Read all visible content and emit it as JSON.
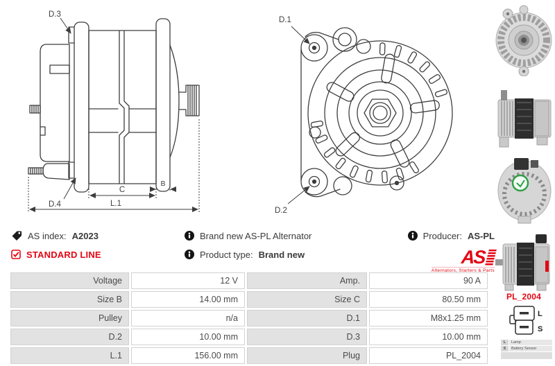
{
  "drawings": {
    "side": {
      "d3": "D.3",
      "d4": "D.4",
      "c": "C",
      "b": "B",
      "l1": "L.1"
    },
    "front": {
      "d1": "D.1",
      "d2": "D.2"
    }
  },
  "info": {
    "as_index_label": "AS index:",
    "as_index_value": "A2023",
    "standard_line": "STANDARD LINE",
    "brand_new": "Brand new AS-PL Alternator",
    "product_type_label": "Product type:",
    "product_type_value": "Brand new",
    "producer_label": "Producer:",
    "producer_value": "AS-PL",
    "logo_text": "AS",
    "logo_tagline": "Alternators, Starters & Parts"
  },
  "spec_table": {
    "rows": [
      [
        "Voltage",
        "12 V",
        "Amp.",
        "90 A"
      ],
      [
        "Size B",
        "14.00 mm",
        "Size C",
        "80.50 mm"
      ],
      [
        "Pulley",
        "n/a",
        "D.1",
        "M8x1.25 mm"
      ],
      [
        "D.2",
        "10.00 mm",
        "D.3",
        "10.00 mm"
      ],
      [
        "L.1",
        "156.00 mm",
        "Plug",
        "PL_2004"
      ]
    ]
  },
  "plug": {
    "code": "PL_2004",
    "pins": [
      {
        "pin": "L",
        "desc": "Lamp"
      },
      {
        "pin": "S",
        "desc": "Battery Sensor"
      }
    ]
  },
  "colors": {
    "brand_red": "#e30613",
    "drawing_line": "#3d3d3d",
    "text_dark": "#3a3a3a",
    "table_label_bg": "#e2e2e2",
    "table_border": "#d2d2d2"
  }
}
